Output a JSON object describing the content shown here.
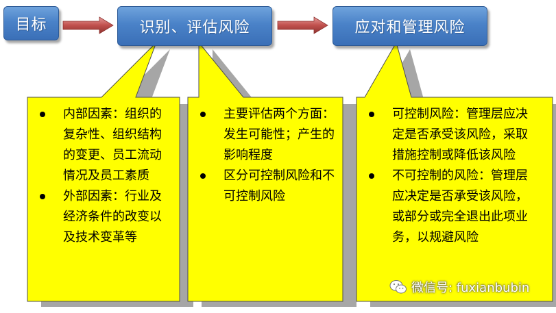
{
  "boxes": {
    "goal": "目标",
    "identify": "识别、评估风险",
    "respond": "应对和管理风险"
  },
  "panels": {
    "left": [
      "内部因素：组织的复杂性、组织结构的变更、员工流动情况及员工素质",
      "外部因素：行业及经济条件的改变以及技术变革等"
    ],
    "middle": [
      "主要评估两个方面：发生可能性；产生的影响程度",
      "区分可控制风险和不可控制风险"
    ],
    "right": [
      "可控制风险：管理层应决定是否承受该风险，采取措施控制或降低该风险",
      "不可控制的风险：管理层应决定是否承受该风险，或部分或完全退出此项业务，以规避风险"
    ]
  },
  "watermark": {
    "text": "微信号: fuxianbubin",
    "icon": "wechat-icon"
  },
  "colors": {
    "box_blue": "#4a82c8",
    "callout_yellow": "#ffff00",
    "arrow_red": "#c0504d",
    "shadow_gray": "#a6a6a6"
  }
}
